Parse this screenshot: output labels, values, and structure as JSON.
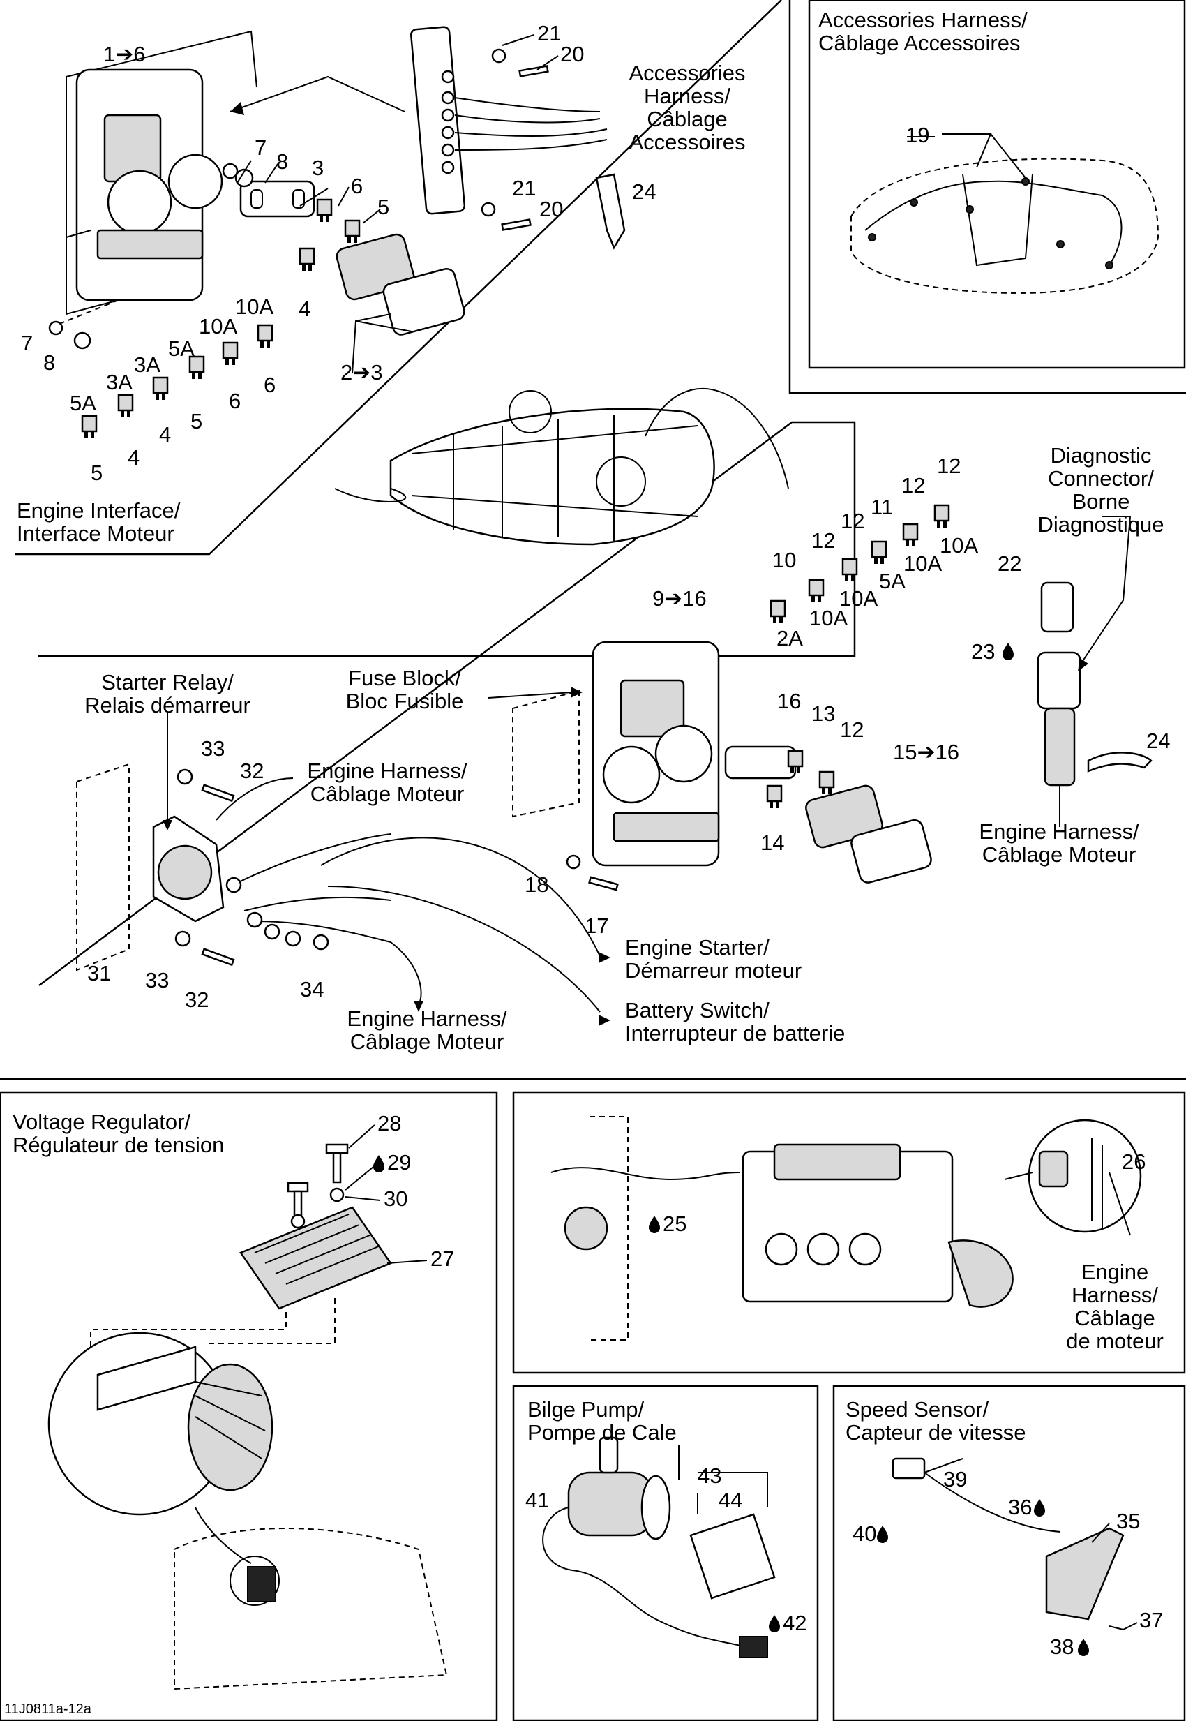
{
  "panels": {
    "main": {
      "engine_interface": [
        "Engine Interface/",
        "Interface Moteur"
      ],
      "accessories_harness_main": [
        "Accessories",
        "Harness/",
        "Câblage",
        "Accessoires"
      ],
      "diagnostic_connector": [
        "Diagnostic",
        "Connector/",
        "Borne",
        "Diagnostique"
      ],
      "starter_relay": [
        "Starter Relay/",
        "Relais démarreur"
      ],
      "fuse_block": [
        "Fuse Block/",
        "Bloc Fusible"
      ],
      "engine_harness_a": [
        "Engine Harness/",
        "Câblage Moteur"
      ],
      "engine_harness_b": [
        "Engine Harness/",
        "Câblage Moteur"
      ],
      "engine_harness_c": [
        "Engine Harness/",
        "Câblage Moteur"
      ],
      "engine_starter": [
        "Engine Starter/",
        "Démarreur moteur"
      ],
      "battery_switch": [
        "Battery Switch/",
        "Interrupteur de batterie"
      ]
    },
    "accessories_harness": {
      "title": [
        "Accessories Harness/",
        "Câblage Accessoires"
      ]
    },
    "voltage_regulator": {
      "title": [
        "Voltage Regulator/",
        "Régulateur de tension"
      ]
    },
    "engine_harness_panel": {
      "label": [
        "Engine",
        "Harness/",
        "Câblage",
        "de moteur"
      ]
    },
    "bilge_pump": {
      "title": [
        "Bilge Pump/",
        "Pompe de Cale"
      ]
    },
    "speed_sensor": {
      "title": [
        "Speed Sensor/",
        "Capteur de vitesse"
      ]
    }
  },
  "callouts": {
    "c1_6": "1➔6",
    "c2_3": "2➔3",
    "c9_16": "9➔16",
    "c15_16": "15➔16",
    "c3": "3",
    "c4a": "4",
    "c4b": "4",
    "c4c": "4",
    "c5a": "5",
    "c5b": "5",
    "c5c": "5",
    "c6a": "6",
    "c6b": "6",
    "c6c": "6",
    "c7a": "7",
    "c7b": "7",
    "c8a": "8",
    "c8b": "8",
    "c10": "10",
    "c11": "11",
    "c12a": "12",
    "c12b": "12",
    "c12c": "12",
    "c12d": "12",
    "c12e": "12",
    "c13": "13",
    "c14": "14",
    "c16": "16",
    "c17": "17",
    "c18": "18",
    "c19": "19",
    "c20a": "20",
    "c20b": "20",
    "c21a": "21",
    "c21b": "21",
    "c22": "22",
    "c23": "23",
    "c24a": "24",
    "c24b": "24",
    "c25": "25",
    "c26": "26",
    "c27": "27",
    "c28": "28",
    "c29": "29",
    "c30": "30",
    "c31": "31",
    "c32a": "32",
    "c32b": "32",
    "c33a": "33",
    "c33b": "33",
    "c34": "34",
    "c35": "35",
    "c36": "36",
    "c37": "37",
    "c38": "38",
    "c39": "39",
    "c40": "40",
    "c41": "41",
    "c42": "42",
    "c43": "43",
    "c44": "44"
  },
  "fuse_ratings": {
    "f10a_1": "10A",
    "f10a_2": "10A",
    "f5a_1": "5A",
    "f3a_1": "3A",
    "f3a_2": "3A",
    "f5a_2": "5A",
    "f2a": "2A",
    "f10a_3": "10A",
    "f10a_4": "10A",
    "f5a_3": "5A",
    "f10a_5": "10A",
    "f10a_6": "10A"
  },
  "figure_code": "11J0811a-12a",
  "icons": {
    "drop": "liquid-drop-icon",
    "arrow": "arrow-right-icon"
  }
}
